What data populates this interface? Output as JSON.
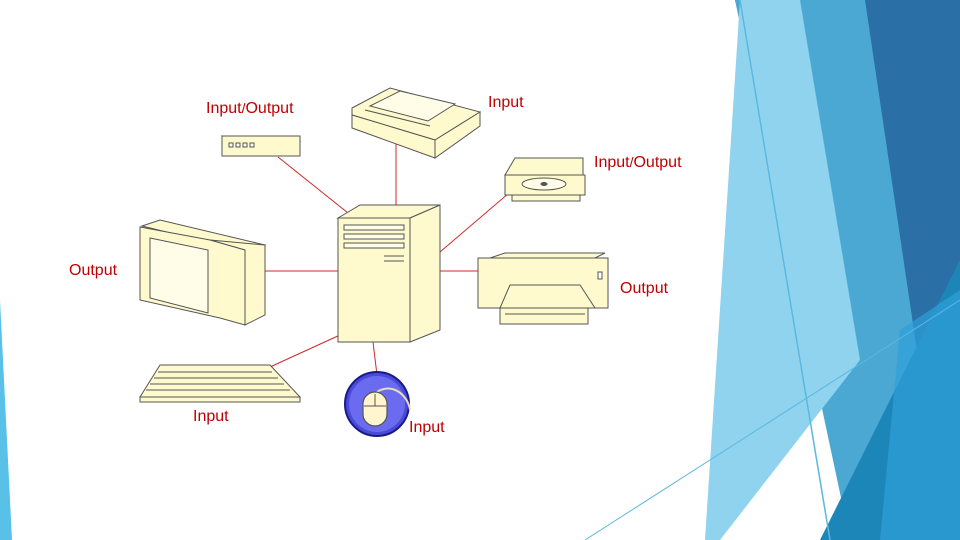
{
  "diagram": {
    "labels": {
      "modem": {
        "part1": "Input",
        "sep": "/",
        "part2": "Output"
      },
      "scanner": "Input",
      "cd_drive": {
        "part1": "Input",
        "sep": "/",
        "part2": "Output"
      },
      "monitor": "Output",
      "printer": "Output",
      "keyboard": "Input",
      "mouse": "Input"
    }
  },
  "colors": {
    "device_fill": "#fffacd",
    "outline": "#555555",
    "connector": "#cc2a2a",
    "label_text": "#c00000",
    "accent_dark_blue": "#2a6fa5",
    "accent_mid_blue": "#3a9fd0",
    "accent_light_blue": "#8fd3ef",
    "mouse_badge": "#4a4ad8"
  }
}
